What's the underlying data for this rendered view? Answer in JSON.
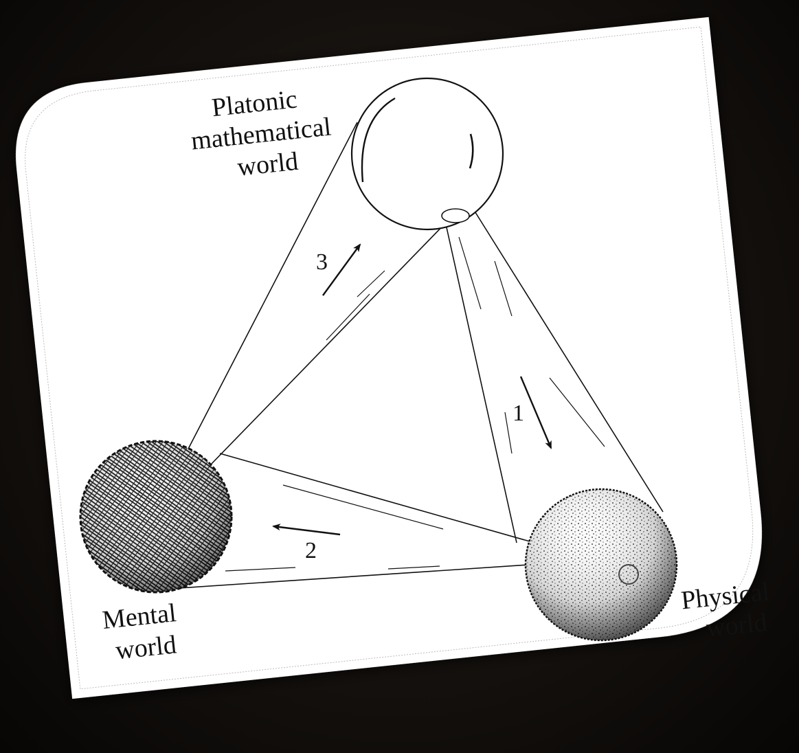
{
  "diagram": {
    "nodes": {
      "platonic": {
        "label_lines": [
          "Platonic",
          "mathematical",
          "world"
        ]
      },
      "mental": {
        "label_lines": [
          "Mental",
          "world"
        ]
      },
      "physical": {
        "label_lines": [
          "Physical",
          "world"
        ]
      }
    },
    "arrows": [
      {
        "label": "1",
        "from": "platonic",
        "to": "physical"
      },
      {
        "label": "2",
        "from": "physical",
        "to": "mental"
      },
      {
        "label": "3",
        "from": "mental",
        "to": "platonic"
      }
    ]
  },
  "colors": {
    "background": "#15110e",
    "card": "#ffffff",
    "ink": "#111111"
  }
}
